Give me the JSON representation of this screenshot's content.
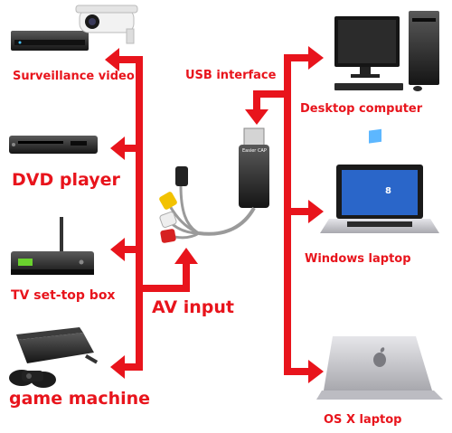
{
  "colors": {
    "arrow": "#e8141c",
    "device_dark": "#222222",
    "device_mid": "#4a4a4a",
    "laptop_silver": "#c8c8cc",
    "screen_blue": "#2a66c9",
    "cable_gray": "#9a9a9a",
    "plug_yellow": "#f2c200",
    "plug_red": "#d62020",
    "plug_white": "#eeeeee"
  },
  "labels": {
    "surveillance": "Surveillance video",
    "dvd": "DVD player",
    "tv_box": "TV set-top box",
    "game": "game machine",
    "av_input": "AV input",
    "usb_interface": "USB interface",
    "desktop": "Desktop computer",
    "windows_laptop": "Windows laptop",
    "osx_laptop": "OS X laptop"
  },
  "icons": {
    "surveillance": "cctv-camera-and-dvr-icon",
    "dvd": "dvd-player-icon",
    "tv_box": "set-top-box-icon",
    "game": "game-console-icon",
    "capture": "usb-capture-adapter-icon",
    "desktop": "desktop-computer-icon",
    "windows_laptop": "windows-laptop-icon",
    "osx_laptop": "macbook-icon"
  },
  "device_text": {
    "adapter_brand": "Easier CAP",
    "windows_badge": "8"
  }
}
